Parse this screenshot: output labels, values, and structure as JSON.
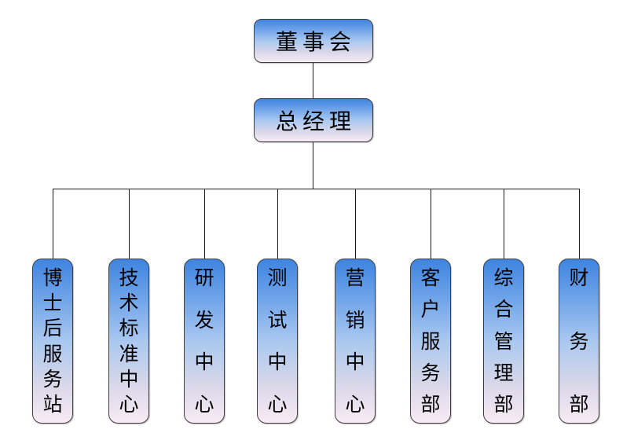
{
  "org_chart": {
    "levels": {
      "board": {
        "label": "董事会"
      },
      "general_manager": {
        "label": "总经理"
      }
    },
    "departments": [
      {
        "id": "postdoc-service-station",
        "label": "博士后服务站"
      },
      {
        "id": "tech-standards-center",
        "label": "技术标准中心"
      },
      {
        "id": "rd-center",
        "label": "研发中心"
      },
      {
        "id": "testing-center",
        "label": "测试中心"
      },
      {
        "id": "marketing-center",
        "label": "营销中心"
      },
      {
        "id": "customer-service-dept",
        "label": "客户服务部"
      },
      {
        "id": "general-admin-dept",
        "label": "综合管理部"
      },
      {
        "id": "finance-dept",
        "label": "财务部"
      }
    ],
    "colors": {
      "box_gradient_top": "#3f84e0",
      "box_gradient_middle": "#a9c8f0",
      "box_gradient_bottom": "#f8ebf4",
      "box_border": "#3f3f3f",
      "connector_line": "#1a1a1a",
      "text": "#000000",
      "background": "#ffffff"
    }
  }
}
